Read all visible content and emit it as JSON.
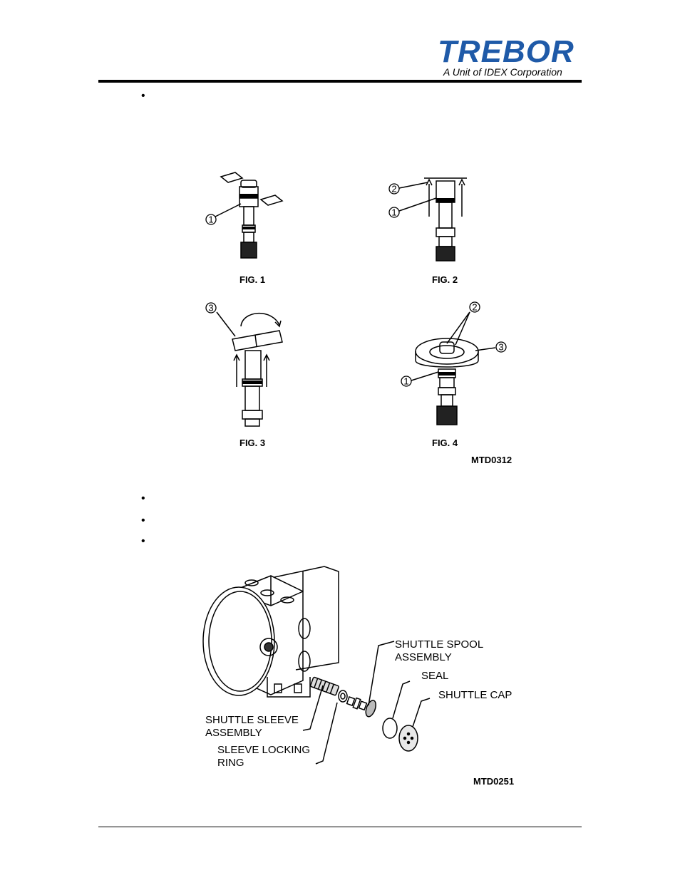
{
  "header": {
    "logo_text": "TREBOR",
    "logo_subtitle": "A Unit of IDEX Corporation",
    "brand_color": "#1f5aa8"
  },
  "bullets": [
    "•",
    "•",
    "•",
    "•"
  ],
  "figures": {
    "fig1": "FIG. 1",
    "fig2": "FIG. 2",
    "fig3": "FIG. 3",
    "fig4": "FIG. 4",
    "code": "MTD0312",
    "callouts": [
      "1",
      "2",
      "3"
    ]
  },
  "assembly": {
    "labels": {
      "shuttle_spool": "SHUTTLE SPOOL\nASSEMBLY",
      "seal": "SEAL",
      "shuttle_cap": "SHUTTLE CAP",
      "shuttle_sleeve": "SHUTTLE SLEEVE\nASSEMBLY",
      "sleeve_locking_ring": "SLEEVE LOCKING\nRING"
    },
    "code": "MTD0251"
  }
}
